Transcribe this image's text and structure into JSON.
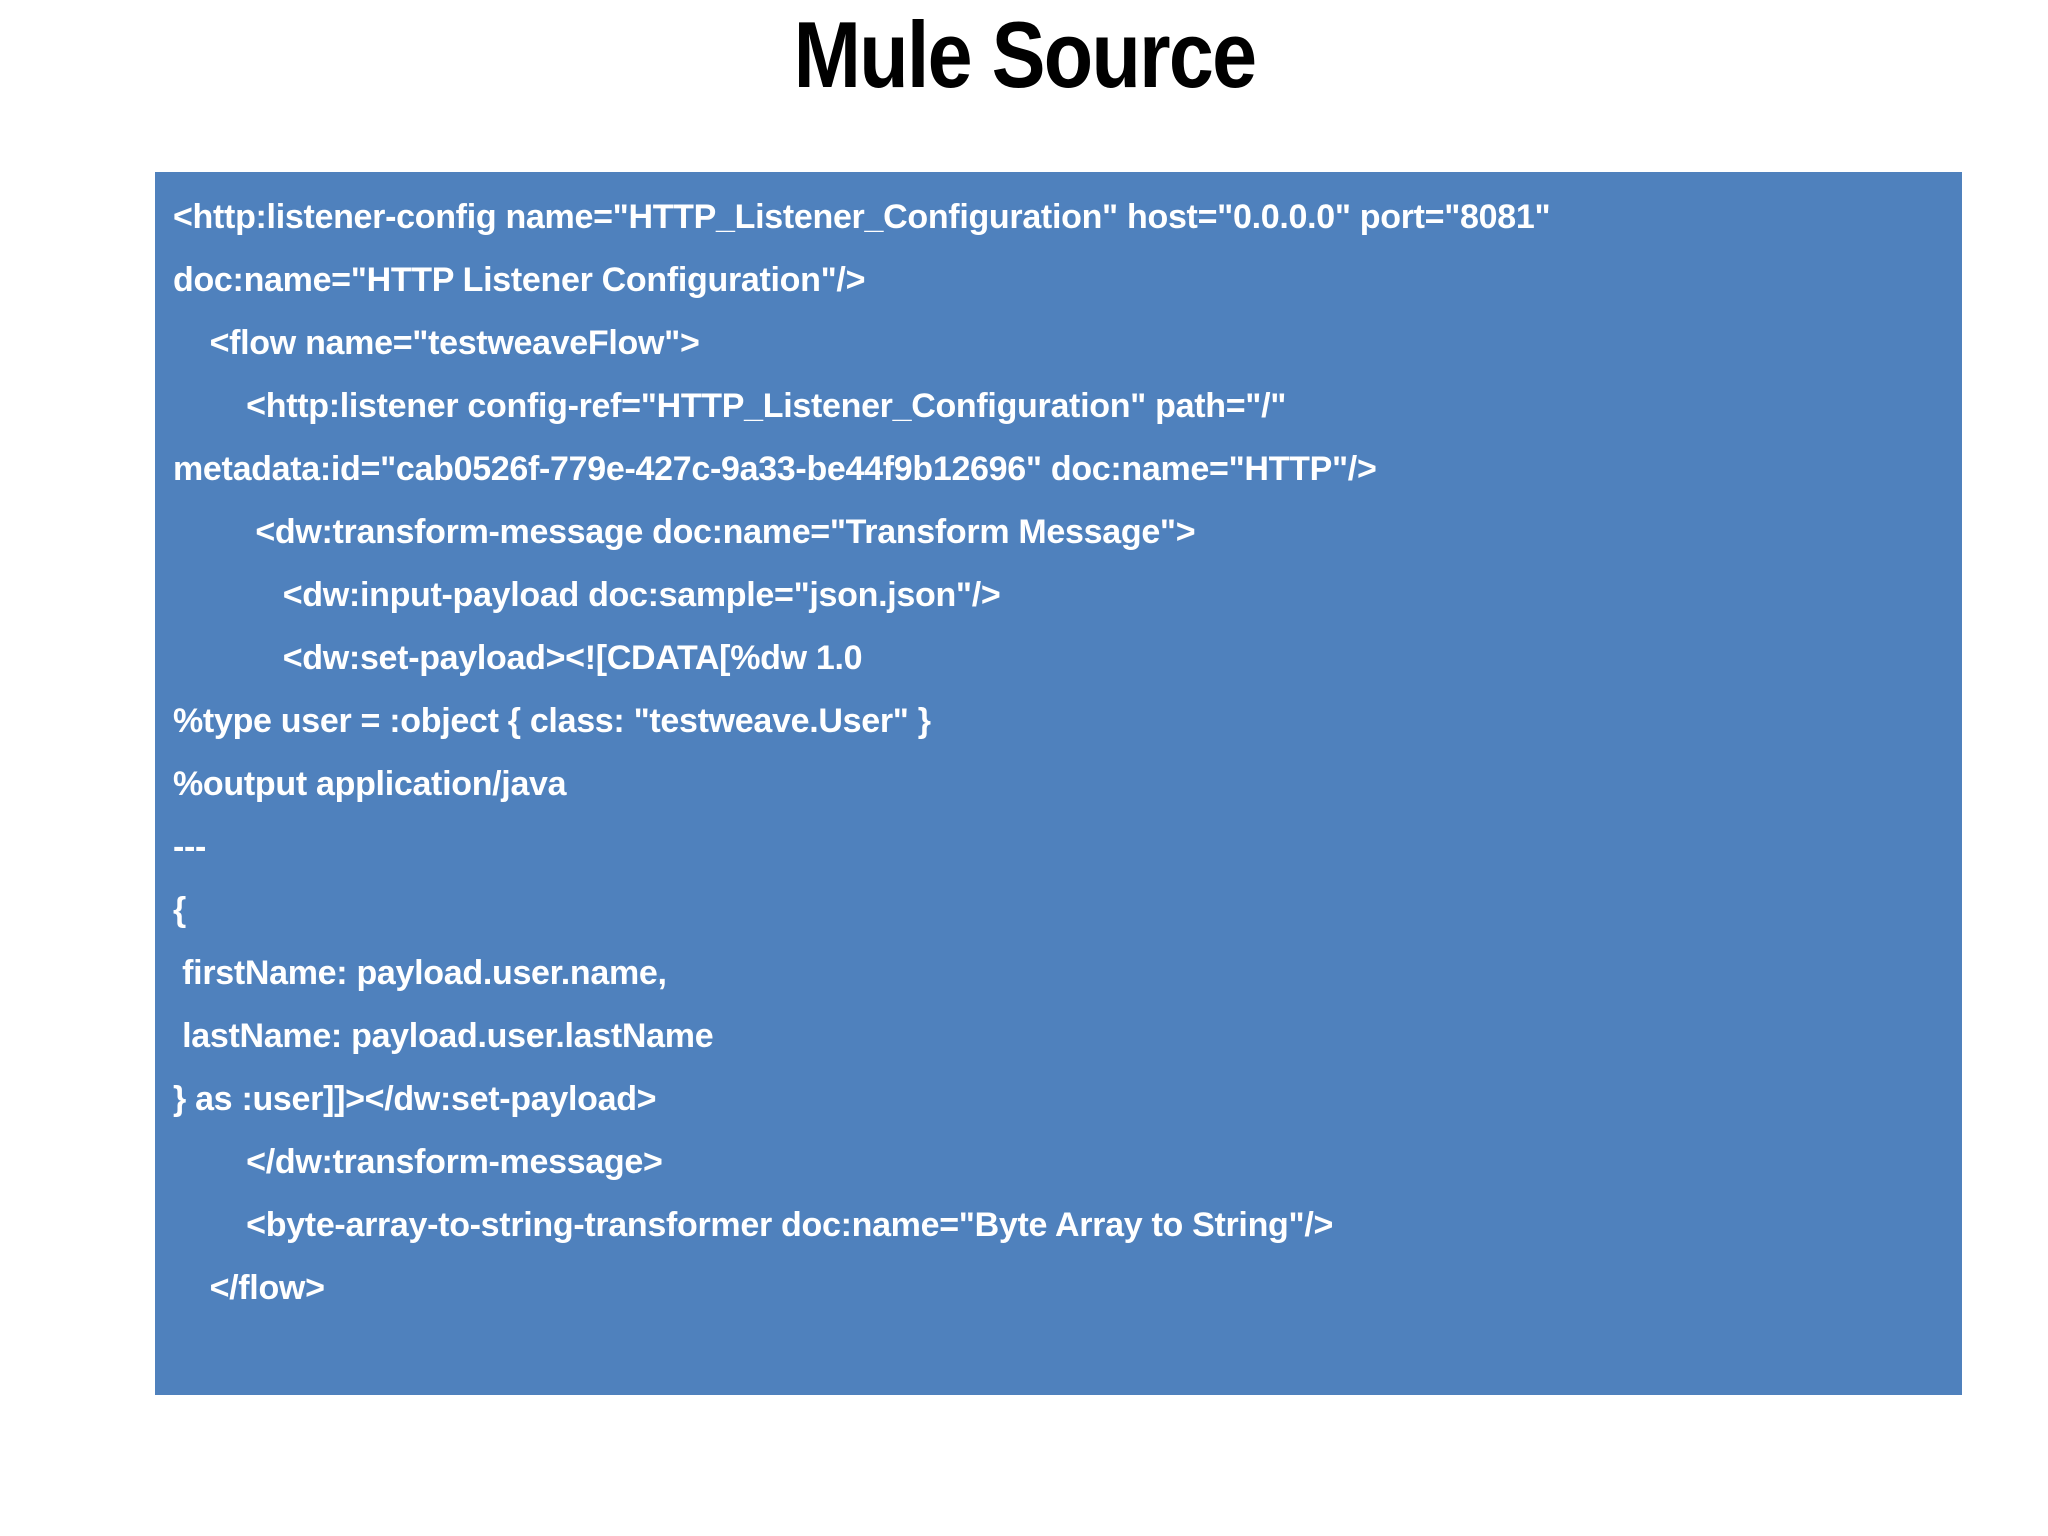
{
  "title": "Mule Source",
  "panel": {
    "background": "#4f81bd",
    "text_color": "#ffffff"
  },
  "code": {
    "language": "mule-xml",
    "lines": [
      "<http:listener-config name=\"HTTP_Listener_Configuration\" host=\"0.0.0.0\" port=\"8081\"",
      "doc:name=\"HTTP Listener Configuration\"/>",
      "    <flow name=\"testweaveFlow\">",
      "        <http:listener config-ref=\"HTTP_Listener_Configuration\" path=\"/\"",
      "metadata:id=\"cab0526f-779e-427c-9a33-be44f9b12696\" doc:name=\"HTTP\"/>",
      "         <dw:transform-message doc:name=\"Transform Message\">",
      "            <dw:input-payload doc:sample=\"json.json\"/>",
      "            <dw:set-payload><![CDATA[%dw 1.0",
      "%type user = :object { class: \"testweave.User\" }",
      "%output application/java",
      "---",
      "{",
      " firstName: payload.user.name,",
      " lastName: payload.user.lastName",
      "} as :user]]></dw:set-payload>",
      "        </dw:transform-message>",
      "        <byte-array-to-string-transformer doc:name=\"Byte Array to String\"/>",
      "    </flow>"
    ]
  }
}
